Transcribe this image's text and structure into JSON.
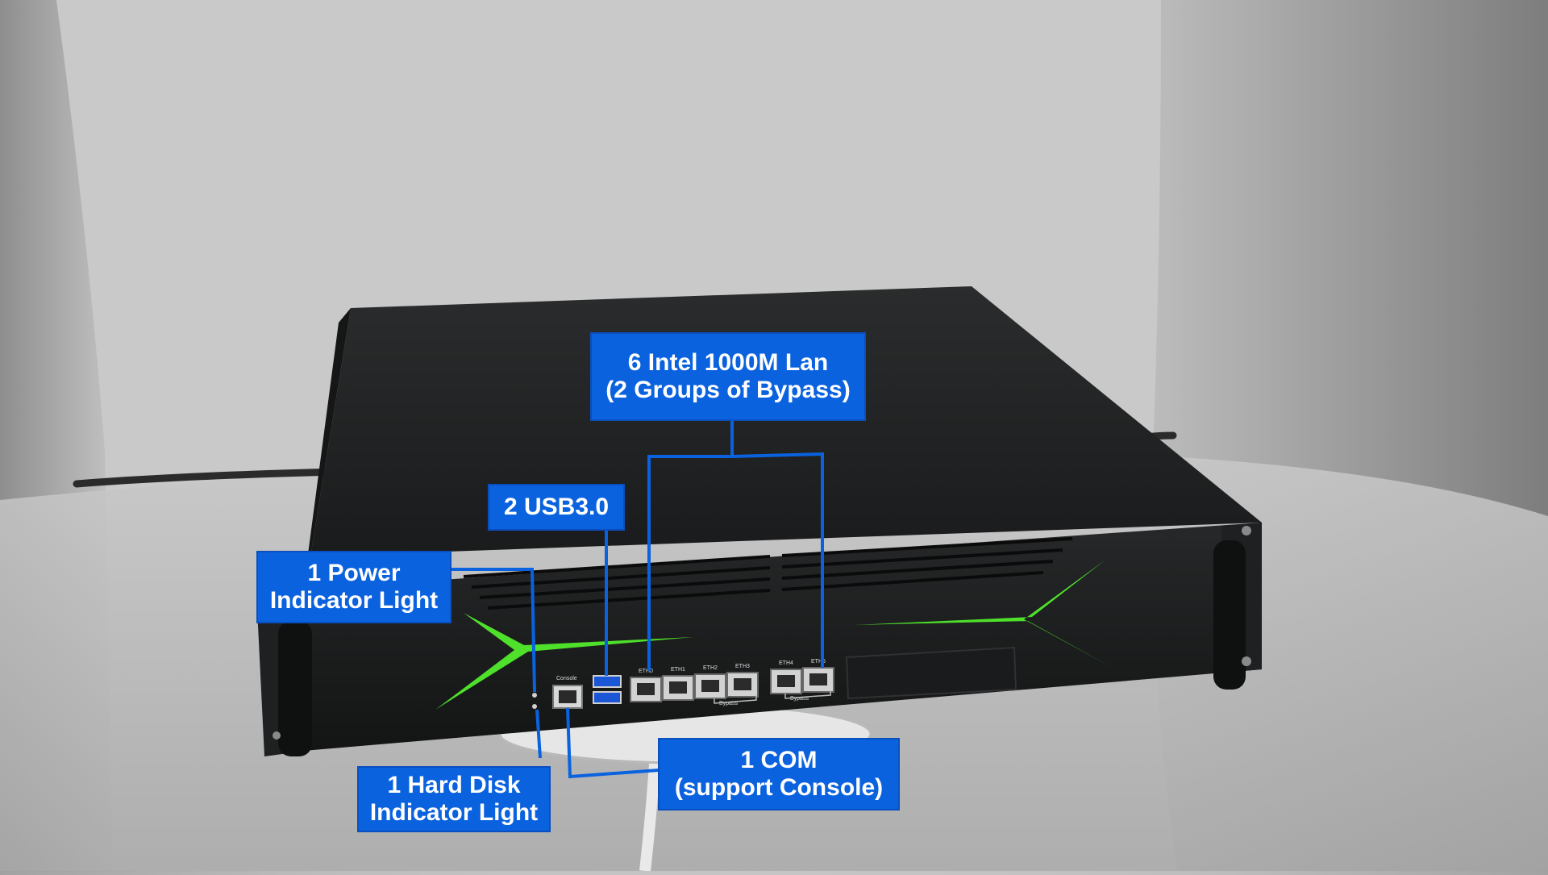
{
  "colors": {
    "callout_fill": "#0a62de",
    "callout_text": "#ffffff",
    "leader_line": "#0a62de",
    "chassis": "#1c1e1f",
    "accent_green": "#4ee02a"
  },
  "callouts": {
    "lan": {
      "line1": "6 Intel 1000M Lan",
      "line2": "(2 Groups of Bypass)"
    },
    "usb": {
      "line1": "2 USB3.0"
    },
    "power": {
      "line1": "1 Power",
      "line2": "Indicator Light"
    },
    "hdd": {
      "line1": "1 Hard Disk",
      "line2": "Indicator Light"
    },
    "com": {
      "line1": "1 COM",
      "line2": "(support Console)"
    }
  },
  "panel": {
    "console_label": "Console",
    "port_labels": [
      "ETH0",
      "ETH1",
      "ETH2",
      "ETH3",
      "ETH4",
      "ETH5"
    ],
    "bypass_label": "Bypass"
  }
}
